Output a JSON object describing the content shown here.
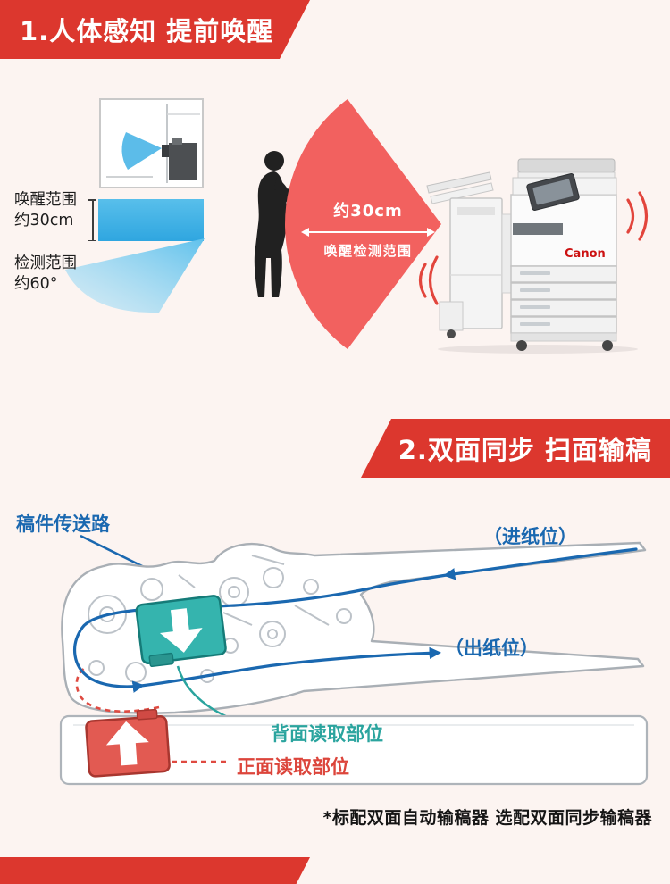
{
  "colors": {
    "banner_red": "#dc372e",
    "fan_red": "#f2615f",
    "sensor_blue": "#2fa6e0",
    "path_blue": "#1a68b0",
    "teal": "#2aa49e",
    "label_red": "#dc453b"
  },
  "section1": {
    "title": "1.人体感知 提前唤醒",
    "wake_range_label": "唤醒范围",
    "wake_range_value": "约30cm",
    "detect_range_label": "检测范围",
    "detect_range_value": "约60°",
    "fan_distance": "约30cm",
    "fan_caption": "唤醒检测范围",
    "printer_brand": "Canon"
  },
  "section2": {
    "title": "2.双面同步 扫面输稿",
    "path_label": "稿件传送路",
    "feed_label": "（进纸位）",
    "exit_label": "（出纸位）",
    "back_read_label": "背面读取部位",
    "front_read_label": "正面读取部位",
    "footnote": "*标配双面自动输稿器 选配双面同步输稿器"
  }
}
